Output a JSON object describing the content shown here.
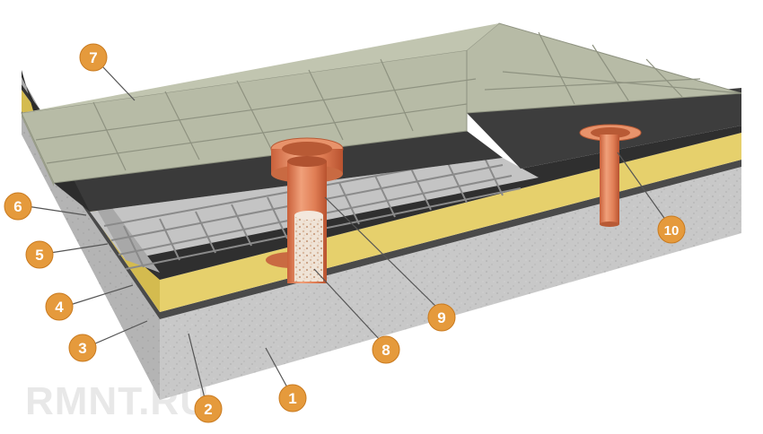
{
  "watermark": "RMNT.RU",
  "colors": {
    "badge": "#e59a3c",
    "badge_edge": "#c97a1f",
    "pipe": "#e07e55",
    "tile": "#b8bca8",
    "membrane": "#3e3e3e",
    "insulation": "#e4cf6a",
    "concrete": "#c7c7c7"
  },
  "callouts": [
    {
      "id": "1",
      "label": "1"
    },
    {
      "id": "2",
      "label": "2"
    },
    {
      "id": "3",
      "label": "3"
    },
    {
      "id": "4",
      "label": "4"
    },
    {
      "id": "5",
      "label": "5"
    },
    {
      "id": "6",
      "label": "6"
    },
    {
      "id": "7",
      "label": "7"
    },
    {
      "id": "8",
      "label": "8"
    },
    {
      "id": "9",
      "label": "9"
    },
    {
      "id": "10",
      "label": "10"
    }
  ]
}
